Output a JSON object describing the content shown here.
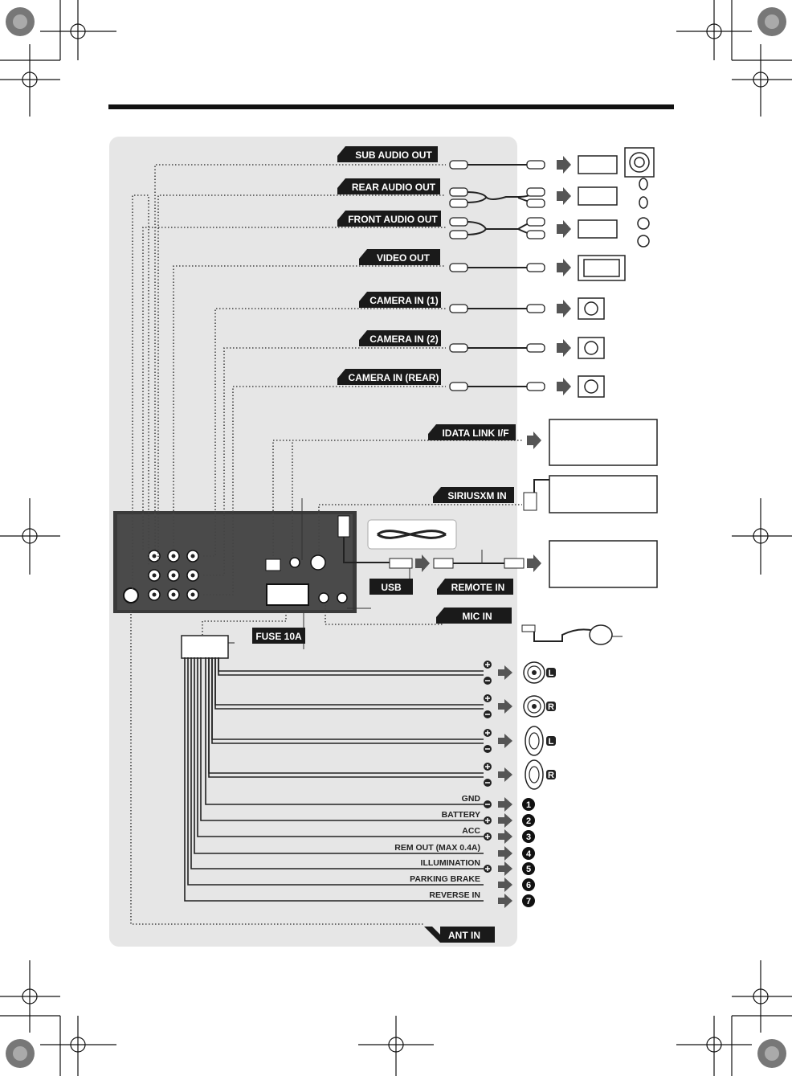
{
  "labels": {
    "sub_audio_out": "SUB AUDIO OUT",
    "rear_audio_out": "REAR AUDIO OUT",
    "front_audio_out": "FRONT AUDIO OUT",
    "video_out": "VIDEO OUT",
    "camera_in_1": "CAMERA IN (1)",
    "camera_in_2": "CAMERA IN (2)",
    "camera_in_rear": "CAMERA IN (REAR)",
    "idata_link": "IDATA LINK I/F",
    "siriusxm_in": "SIRIUSXM IN",
    "usb": "USB",
    "remote_in": "REMOTE IN",
    "mic_in": "MIC IN",
    "fuse": "FUSE 10A",
    "ant_in": "ANT IN"
  },
  "wires": [
    {
      "label": "GND",
      "sign": "minus",
      "num": "1"
    },
    {
      "label": "BATTERY",
      "sign": "plus",
      "num": "2"
    },
    {
      "label": "ACC",
      "sign": "plus",
      "num": "3"
    },
    {
      "label": "REM OUT (MAX 0.4A)",
      "sign": "",
      "num": "4"
    },
    {
      "label": "ILLUMINATION",
      "sign": "plus",
      "num": "5"
    },
    {
      "label": "PARKING BRAKE",
      "sign": "",
      "num": "6"
    },
    {
      "label": "REVERSE IN",
      "sign": "",
      "num": "7"
    }
  ],
  "speakers": [
    {
      "side": "L"
    },
    {
      "side": "R"
    },
    {
      "side": "L"
    },
    {
      "side": "R"
    }
  ],
  "colors": {
    "panel": "#e6e6e6",
    "label_bg": "#1a1a1a",
    "arrow": "#555555"
  }
}
